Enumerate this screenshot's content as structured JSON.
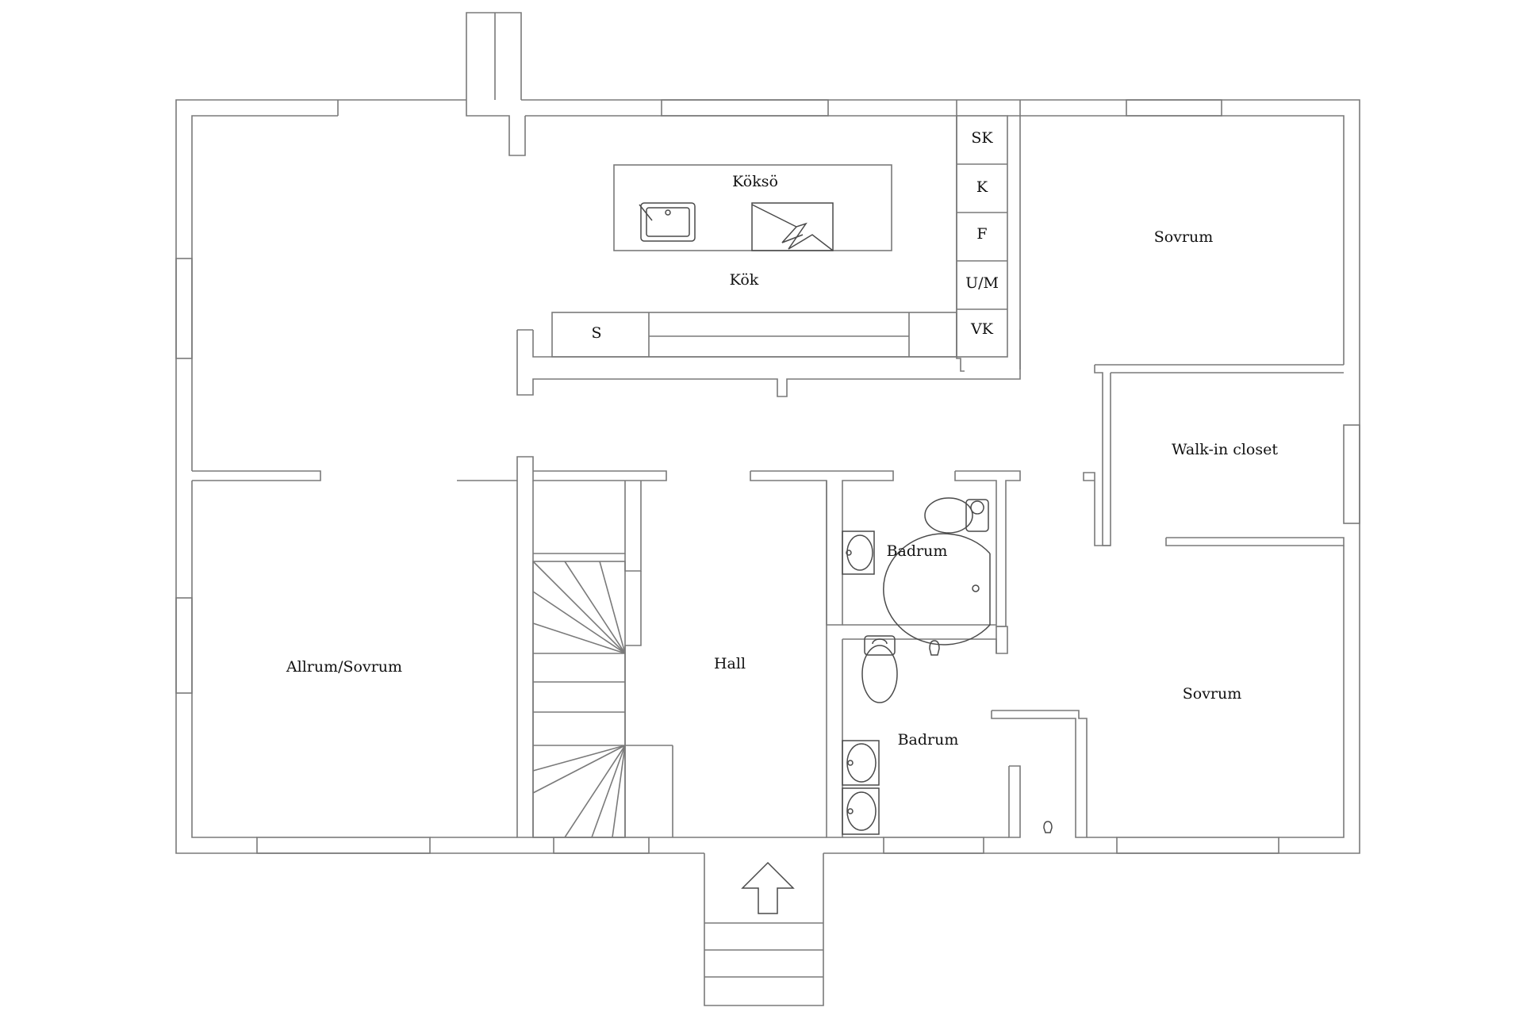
{
  "rooms": {
    "koksoe": "Köksö",
    "kok": "Kök",
    "sk": "SK",
    "k": "K",
    "f": "F",
    "um": "U/M",
    "vk": "VK",
    "s": "S",
    "sovrum_top": "Sovrum",
    "walkin": "Walk-in closet",
    "allrum": "Allrum/Sovrum",
    "hall": "Hall",
    "badrum_top": "Badrum",
    "badrum_bottom": "Badrum",
    "sovrum_bottom": "Sovrum"
  },
  "icons": {
    "entrance": "arrow-up-icon",
    "sink": "sink-icon",
    "stove": "stove-icon",
    "toilet": "toilet-icon",
    "shower": "shower-icon",
    "basin": "basin-icon",
    "stairs": "staircase-icon"
  },
  "colors": {
    "wall": "#7a7a7a",
    "text": "#111111",
    "background": "#ffffff"
  }
}
